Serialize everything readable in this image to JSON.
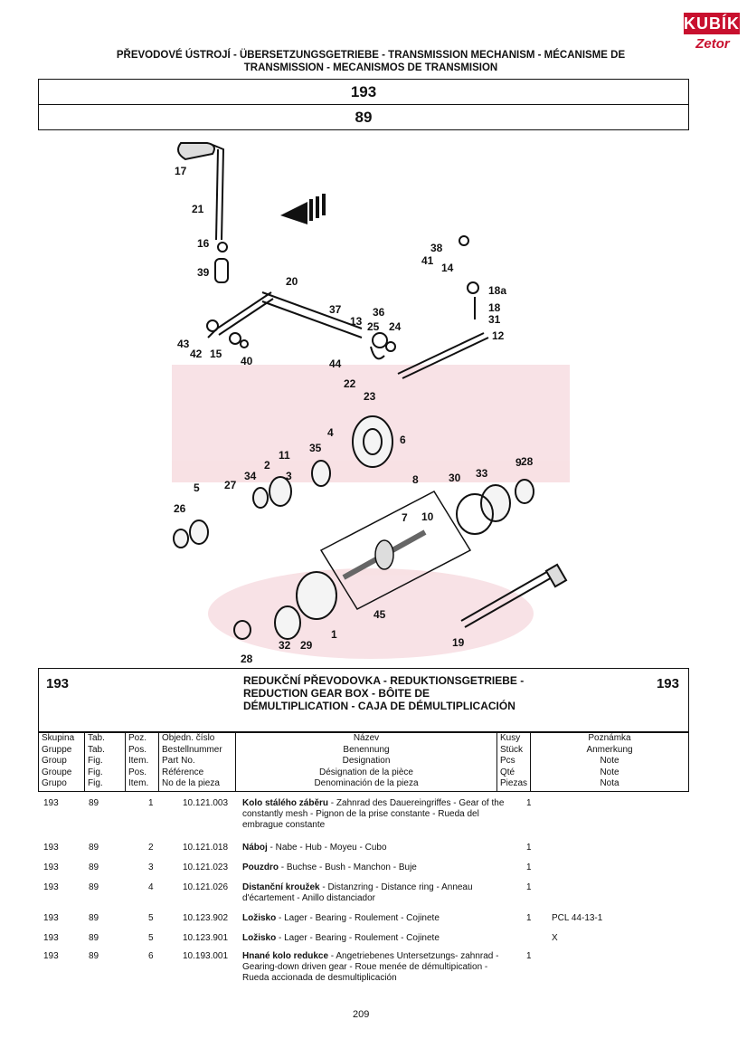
{
  "logo": {
    "brand": "KUBÍK",
    "sub": "Zetor"
  },
  "header": {
    "title_line1": "PŘEVODOVÉ ÚSTROJÍ - ÜBERSETZUNGSGETRIEBE - TRANSMISSION MECHANISM - MÉCANISME DE",
    "title_line2": "TRANSMISSION - MECANISMOS DE TRANSMISION",
    "group": "193",
    "fig": "89"
  },
  "diagram_labels": [
    "17",
    "21",
    "16",
    "39",
    "20",
    "37",
    "13",
    "36",
    "25",
    "24",
    "43",
    "42",
    "15",
    "40",
    "44",
    "22",
    "23",
    "38",
    "41",
    "14",
    "18a",
    "18",
    "31",
    "12",
    "4",
    "6",
    "11",
    "35",
    "2",
    "3",
    "34",
    "27",
    "5",
    "26",
    "8",
    "30",
    "33",
    "9",
    "28",
    "7",
    "10",
    "45",
    "32",
    "29",
    "1",
    "28",
    "19"
  ],
  "section": {
    "group_left": "193",
    "group_right": "193",
    "title": "REDUKČNÍ PŘEVODOVKA - REDUKTIONSGETRIEBE - REDUCTION GEAR BOX - BÔITE DE DÉMULTIPLICATION - CAJA DE DÉMULTIPLICACIÓN"
  },
  "table_header": {
    "skupina": [
      "Skupina",
      "Gruppe",
      "Group",
      "Groupe",
      "Grupo"
    ],
    "tab": [
      "Tab.",
      "Tab.",
      "Fig.",
      "Fig.",
      "Fig."
    ],
    "poz": [
      "Poz.",
      "Pos.",
      "Item.",
      "Pos.",
      "Item."
    ],
    "objedn": [
      "Objedn. číslo",
      "Bestellnummer",
      "Part No.",
      "Référence",
      "No de la pieza"
    ],
    "nazev": [
      "Název",
      "Benennung",
      "Designation",
      "Désignation de la pièce",
      "Denominación de la pieza"
    ],
    "kusy": [
      "Kusy",
      "Stück",
      "Pcs",
      "Qté",
      "Piezas"
    ],
    "poznamka": [
      "Poznámka",
      "Anmerkung",
      "Note",
      "Note",
      "Nota"
    ]
  },
  "rows": [
    {
      "group": "193",
      "tab": "89",
      "pos": "1",
      "part": "10.121.003",
      "name_bold": "Kolo stálého záběru",
      "name_rest": " - Zahnrad des Dauereingriffes - Gear of the constantly mesh - Pignon de la prise constante - Rueda del embrague constante",
      "qty": "1",
      "note": ""
    },
    {
      "group": "193",
      "tab": "89",
      "pos": "2",
      "part": "10.121.018",
      "name_bold": "Náboj",
      "name_rest": " - Nabe - Hub - Moyeu - Cubo",
      "qty": "1",
      "note": ""
    },
    {
      "group": "193",
      "tab": "89",
      "pos": "3",
      "part": "10.121.023",
      "name_bold": "Pouzdro",
      "name_rest": " - Buchse - Bush - Manchon - Buje",
      "qty": "1",
      "note": ""
    },
    {
      "group": "193",
      "tab": "89",
      "pos": "4",
      "part": "10.121.026",
      "name_bold": "Distanční kroužek",
      "name_rest": " - Distanzring - Distance ring - Anneau d'écartement - Anillo distanciador",
      "qty": "1",
      "note": ""
    },
    {
      "group": "193",
      "tab": "89",
      "pos": "5",
      "part": "10.123.902",
      "name_bold": "Ložisko",
      "name_rest": " - Lager - Bearing - Roulement - Cojinete",
      "qty": "1",
      "note": "PCL 44-13-1"
    },
    {
      "group": "193",
      "tab": "89",
      "pos": "5",
      "part": "10.123.901",
      "name_bold": "Ložisko",
      "name_rest": " - Lager - Bearing - Roulement - Cojinete",
      "qty": "",
      "note": "X"
    },
    {
      "group": "193",
      "tab": "89",
      "pos": "6",
      "part": "10.193.001",
      "name_bold": "Hnané kolo redukce",
      "name_rest": " - Angetriebenes Untersetzungs- zahnrad - Gearing-down driven gear - Roue menée de démultipication - Rueda accionada de desmultiplicación",
      "qty": "1",
      "note": ""
    }
  ],
  "page_number": "209"
}
